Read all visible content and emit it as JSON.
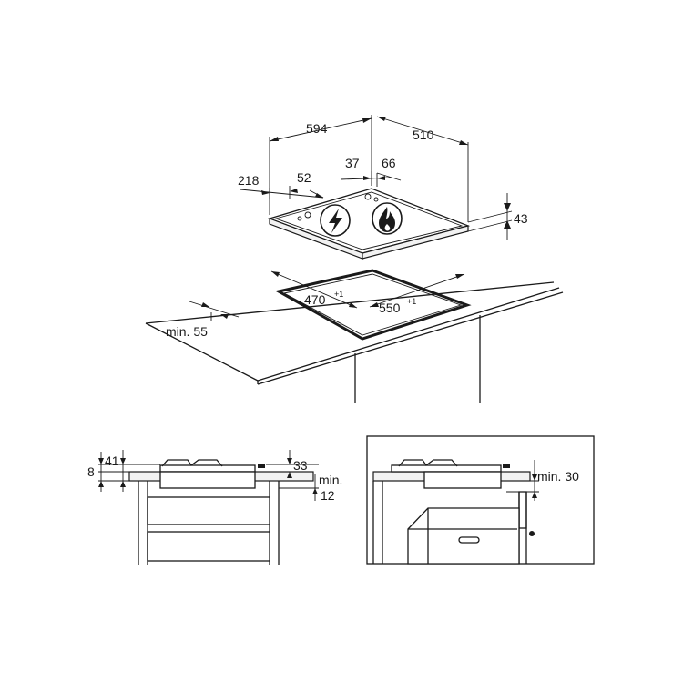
{
  "top_view": {
    "width": "594",
    "depth": "510",
    "offset_left": "218",
    "offset_left_inner": "52",
    "knob_a": "37",
    "knob_b": "66",
    "height": "43"
  },
  "cutout": {
    "depth": "470",
    "depth_tol": "+1",
    "width": "550",
    "width_tol": "+1",
    "min_edge": "min. 55"
  },
  "side_left": {
    "dim_a": "8",
    "dim_b": "41",
    "dim_c": "33",
    "dim_min": "min.",
    "dim_d": "12"
  },
  "side_right": {
    "dim_min": "min. 30"
  },
  "icons": {
    "electric": "lightning-icon",
    "gas": "flame-icon"
  }
}
